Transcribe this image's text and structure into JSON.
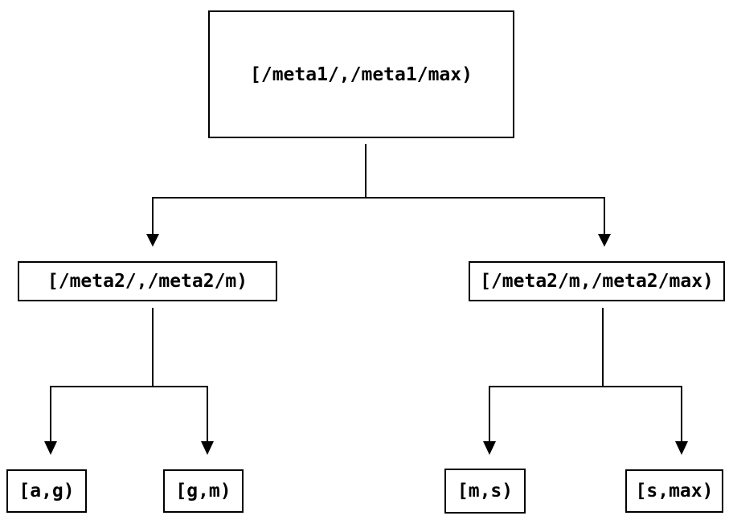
{
  "diagram": {
    "type": "tree",
    "background_color": "#ffffff",
    "stroke_color": "#000000",
    "nodes": [
      {
        "id": "root",
        "label": "[/meta1/,/meta1/max)",
        "level": 1
      },
      {
        "id": "meta2-low",
        "label": "[/meta2/,/meta2/m)",
        "level": 2
      },
      {
        "id": "meta2-high",
        "label": "[/meta2/m,/meta2/max)",
        "level": 2
      },
      {
        "id": "leaf-ag",
        "label": "[a,g)",
        "level": 3
      },
      {
        "id": "leaf-gm",
        "label": "[g,m)",
        "level": 3
      },
      {
        "id": "leaf-ms",
        "label": "[m,s)",
        "level": 3
      },
      {
        "id": "leaf-smax",
        "label": "[s,max)",
        "level": 3
      }
    ],
    "edges": [
      {
        "from": "root",
        "to": "meta2-low"
      },
      {
        "from": "root",
        "to": "meta2-high"
      },
      {
        "from": "meta2-low",
        "to": "leaf-ag"
      },
      {
        "from": "meta2-low",
        "to": "leaf-gm"
      },
      {
        "from": "meta2-high",
        "to": "leaf-ms"
      },
      {
        "from": "meta2-high",
        "to": "leaf-smax"
      }
    ]
  }
}
